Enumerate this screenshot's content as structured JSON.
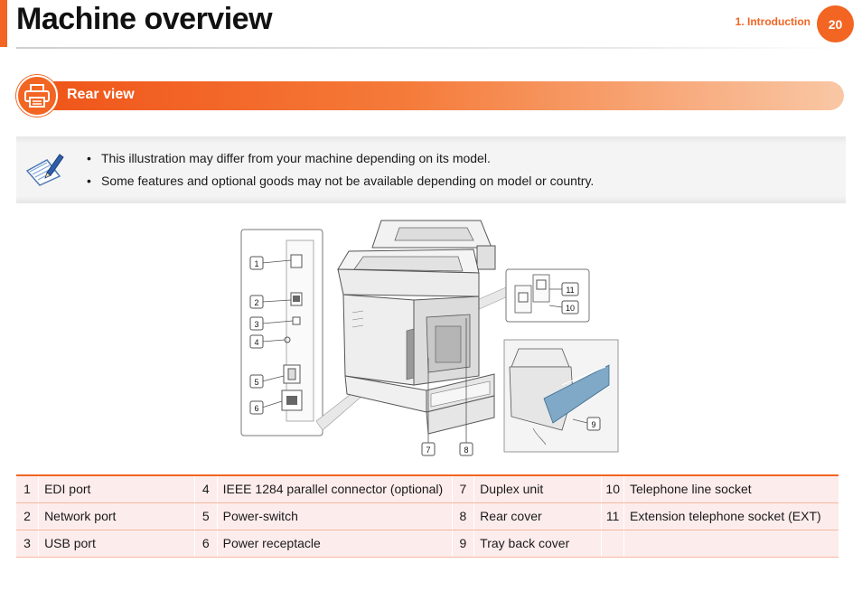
{
  "header": {
    "title": "Machine overview",
    "chapter": "1.  Introduction",
    "page_number": "20",
    "accent_color": "#f26522"
  },
  "section": {
    "title": "Rear view",
    "icon": "printer-icon"
  },
  "note": {
    "icon": "note-pencil-icon",
    "items": [
      "This illustration may differ from your machine depending on its model.",
      "Some features and optional goods may not be available depending on model or country."
    ]
  },
  "figure": {
    "callouts": [
      "1",
      "2",
      "3",
      "4",
      "5",
      "6",
      "7",
      "8",
      "9",
      "10",
      "11"
    ]
  },
  "parts": {
    "rows": [
      [
        {
          "num": "1",
          "label": "EDI port"
        },
        {
          "num": "4",
          "label": "IEEE 1284 parallel connector (optional)"
        },
        {
          "num": "7",
          "label": "Duplex unit"
        },
        {
          "num": "10",
          "label": "Telephone line socket"
        }
      ],
      [
        {
          "num": "2",
          "label": "Network port"
        },
        {
          "num": "5",
          "label": "Power-switch"
        },
        {
          "num": "8",
          "label": "Rear cover"
        },
        {
          "num": "11",
          "label": "Extension telephone socket (EXT)"
        }
      ],
      [
        {
          "num": "3",
          "label": "USB port"
        },
        {
          "num": "6",
          "label": "Power receptacle"
        },
        {
          "num": "9",
          "label": "Tray back cover"
        },
        {
          "num": "",
          "label": ""
        }
      ]
    ]
  }
}
